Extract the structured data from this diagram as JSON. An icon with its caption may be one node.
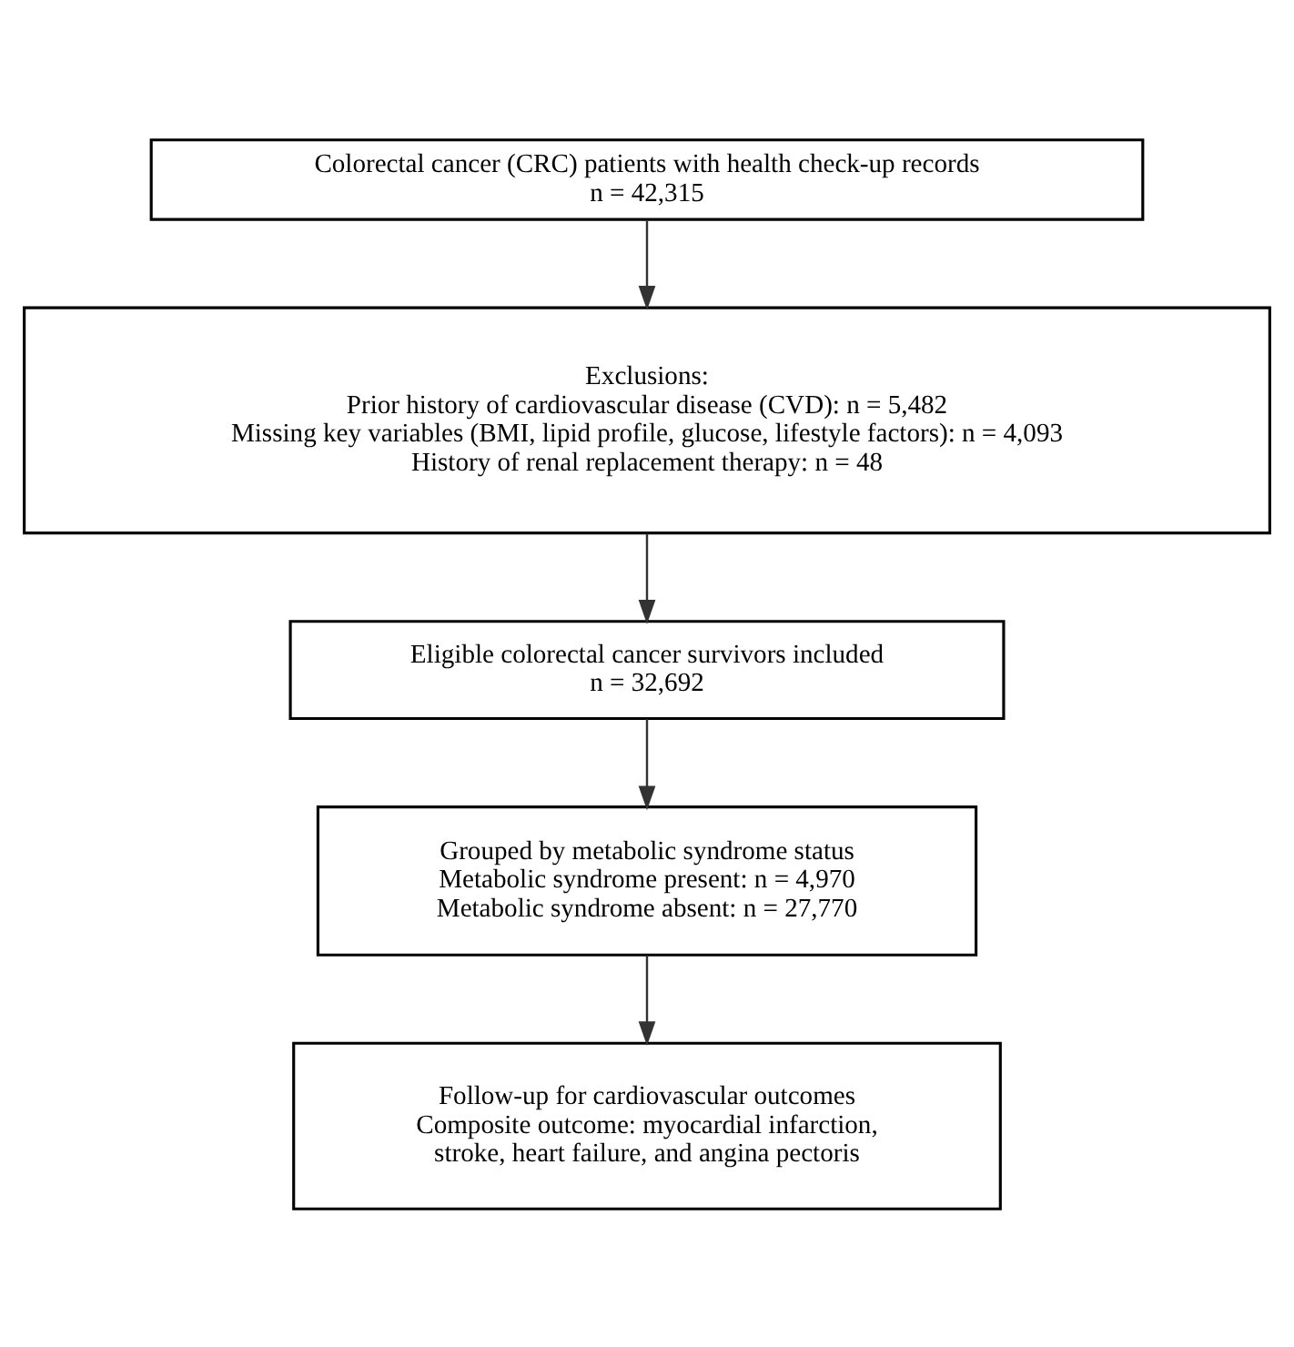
{
  "diagram": {
    "nodes": [
      {
        "text": [
          "Colorectal cancer (CRC) patients with health check-up records",
          "n = 42,315"
        ]
      },
      {
        "text": [
          "Exclusions:",
          "Prior history of cardiovascular disease (CVD): n = 5,482",
          "Missing key variables (BMI, lipid profile, glucose, lifestyle factors): n = 4,093",
          "History of renal replacement therapy: n = 48"
        ]
      },
      {
        "text": [
          "Eligible colorectal cancer survivors included",
          "n = 32,692"
        ]
      },
      {
        "text": [
          "Grouped by metabolic syndrome status",
          "Metabolic syndrome present: n = 4,970",
          "Metabolic syndrome absent: n = 27,770"
        ]
      },
      {
        "text": [
          "Follow-up for cardiovascular outcomes",
          "Composite outcome: myocardial infarction, stroke, heart failure, and angina pectoris"
        ]
      }
    ],
    "edges": [
      {
        "from": 0,
        "to": 1,
        "arrow": "to"
      },
      {
        "from": 1,
        "to": 2,
        "arrow": "to"
      },
      {
        "from": 2,
        "to": 3,
        "arrow": "to"
      },
      {
        "from": 3,
        "to": 4,
        "arrow": "to"
      }
    ]
  }
}
